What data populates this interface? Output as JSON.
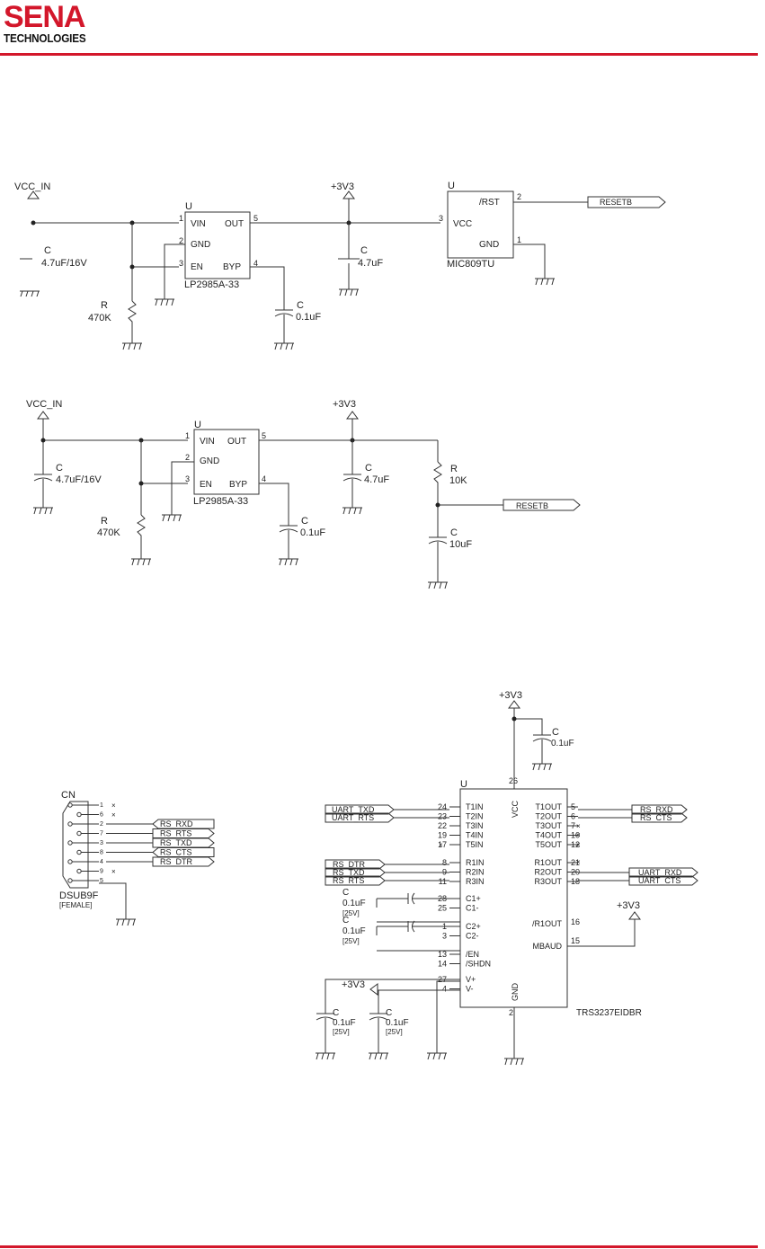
{
  "header": {
    "logo_main": "SENA",
    "logo_sub": "TECHNOLOGIES"
  },
  "colors": {
    "accent": "#d3172b",
    "wire": "#333333"
  },
  "circuit1": {
    "vcc_in": "VCC_IN",
    "c_in_ref": "C",
    "c_in_value": "4.7uF/16V",
    "r_ref": "R",
    "r_value": "470K",
    "u_ref": "U",
    "pin_vin": "VIN",
    "pin_out": "OUT",
    "pin_gnd": "GND",
    "pin_en": "EN",
    "pin_byp": "BYP",
    "pin1": "1",
    "pin2": "2",
    "pin3": "3",
    "pin4": "4",
    "pin5": "5",
    "part": "LP2985A-33",
    "c_byp_ref": "C",
    "c_byp_value": "0.1uF",
    "rail": "+3V3",
    "c_out_ref": "C",
    "c_out_value": "4.7uF",
    "sup_ref": "U",
    "sup_rst": "/RST",
    "sup_vcc": "VCC",
    "sup_gnd": "GND",
    "sup_pin1": "1",
    "sup_pin2": "2",
    "sup_pin3": "3",
    "sup_part": "MIC809TU",
    "reset_label": "RESETB"
  },
  "circuit2": {
    "vcc_in": "VCC_IN",
    "c_in_ref": "C",
    "c_in_value": "4.7uF/16V",
    "r_ref": "R",
    "r_value": "470K",
    "u_ref": "U",
    "pin_vin": "VIN",
    "pin_out": "OUT",
    "pin_gnd": "GND",
    "pin_en": "EN",
    "pin_byp": "BYP",
    "pin1": "1",
    "pin2": "2",
    "pin3": "3",
    "pin4": "4",
    "pin5": "5",
    "part": "LP2985A-33",
    "c_byp_ref": "C",
    "c_byp_value": "0.1uF",
    "rail": "+3V3",
    "c_out_ref": "C",
    "c_out_value": "4.7uF",
    "r2_ref": "R",
    "r2_value": "10K",
    "c2_ref": "C",
    "c2_value": "10uF",
    "reset_label": "RESETB"
  },
  "connector": {
    "ref": "CN",
    "part": "DSUB9F",
    "note": "[FEMALE]",
    "pins": [
      "1",
      "6",
      "2",
      "7",
      "3",
      "8",
      "4",
      "9",
      "5"
    ],
    "nets": [
      "RS_RXD",
      "RS_RTS",
      "RS_TXD",
      "RS_CTS",
      "RS_DTR"
    ]
  },
  "transceiver": {
    "rail_top": "+3V3",
    "c_dec_ref": "C",
    "c_dec_value": "0.1uF",
    "u_ref": "U",
    "vcc_label": "VCC",
    "vcc_pin": "26",
    "gnd_label": "GND",
    "gnd_pin": "2",
    "part": "TRS3237EIDBR",
    "left_inputs": [
      {
        "pin": "24",
        "name": "T1IN"
      },
      {
        "pin": "23",
        "name": "T2IN"
      },
      {
        "pin": "22",
        "name": "T3IN"
      },
      {
        "pin": "19",
        "name": "T4IN"
      },
      {
        "pin": "17",
        "name": "T5IN"
      }
    ],
    "left_receivers": [
      {
        "pin": "8",
        "name": "R1IN"
      },
      {
        "pin": "9",
        "name": "R2IN"
      },
      {
        "pin": "11",
        "name": "R3IN"
      }
    ],
    "right_outputs": [
      {
        "pin": "5",
        "name": "T1OUT"
      },
      {
        "pin": "6",
        "name": "T2OUT"
      },
      {
        "pin": "7",
        "name": "T3OUT"
      },
      {
        "pin": "10",
        "name": "T4OUT"
      },
      {
        "pin": "12",
        "name": "T5OUT"
      }
    ],
    "right_receivers": [
      {
        "pin": "21",
        "name": "R1OUT"
      },
      {
        "pin": "20",
        "name": "R2OUT"
      },
      {
        "pin": "18",
        "name": "R3OUT"
      }
    ],
    "pumps": [
      {
        "pin": "28",
        "name": "C1+"
      },
      {
        "pin": "25",
        "name": "C1-"
      },
      {
        "pin": "1",
        "name": "C2+"
      },
      {
        "pin": "3",
        "name": "C2-"
      }
    ],
    "ctrl": [
      {
        "pin": "13",
        "name": "/EN"
      },
      {
        "pin": "14",
        "name": "/SHDN"
      }
    ],
    "supply": [
      {
        "pin": "27",
        "name": "V+"
      },
      {
        "pin": "4",
        "name": "V-"
      }
    ],
    "r1out_b_name": "/R1OUT",
    "r1out_b_pin": "16",
    "mbaud_name": "MBAUD",
    "mbaud_pin": "15",
    "in_nets": [
      "UART_TXD",
      "UART_RTS"
    ],
    "rs_in_nets": [
      "RS_DTR",
      "RS_TXD",
      "RS_RTS"
    ],
    "out_nets": [
      "RS_RXD",
      "RS_CTS"
    ],
    "uart_out_nets": [
      "UART_RXD",
      "UART_CTS"
    ],
    "pump_cap_ref": "C",
    "pump_cap_value": "0.1uF",
    "pump_cap_rating": "[25V]",
    "en_rail": "+3V3",
    "mbaud_rail": "+3V3",
    "bottom_caps": [
      {
        "ref": "C",
        "value": "0.1uF",
        "rating": "[25V]"
      },
      {
        "ref": "C",
        "value": "0.1uF",
        "rating": "[25V]"
      }
    ]
  }
}
